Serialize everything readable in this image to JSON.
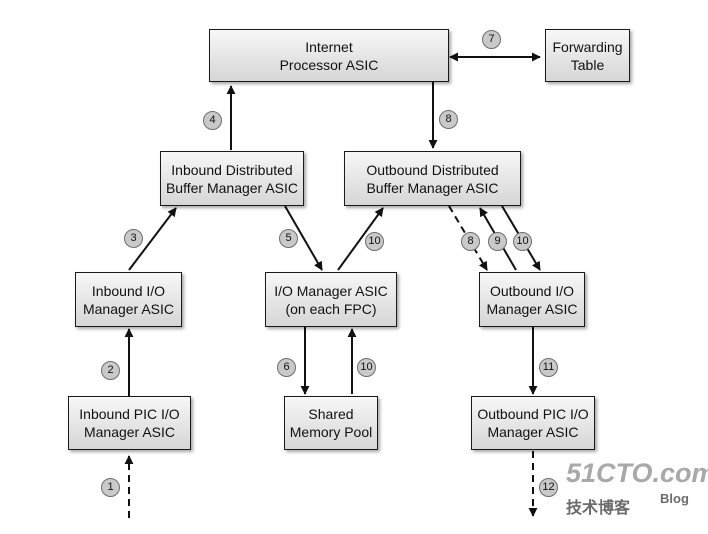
{
  "boxes": {
    "internet_processor": [
      "Internet",
      "Processor ASIC"
    ],
    "forwarding_table": [
      "Forwarding",
      "Table"
    ],
    "inbound_dbm": [
      "Inbound Distributed",
      "Buffer Manager ASIC"
    ],
    "outbound_dbm": [
      "Outbound Distributed",
      "Buffer Manager ASIC"
    ],
    "inbound_io": [
      "Inbound I/O",
      "Manager ASIC"
    ],
    "io_manager": [
      "I/O Manager ASIC",
      "(on each FPC)"
    ],
    "outbound_io": [
      "Outbound I/O",
      "Manager ASIC"
    ],
    "inbound_pic": [
      "Inbound PIC I/O",
      "Manager ASIC"
    ],
    "shared_memory": [
      "Shared",
      "Memory Pool"
    ],
    "outbound_pic": [
      "Outbound PIC I/O",
      "Manager ASIC"
    ]
  },
  "steps": {
    "s1": "1",
    "s2": "2",
    "s3": "3",
    "s4": "4",
    "s5": "5",
    "s6": "6",
    "s7": "7",
    "s8a": "8",
    "s8b": "8",
    "s9": "9",
    "s10a": "10",
    "s10b": "10",
    "s10c": "10",
    "s11": "11",
    "s12": "12"
  },
  "watermark": {
    "main": "51CTO.com",
    "sub": "技术博客",
    "blog": "Blog"
  }
}
